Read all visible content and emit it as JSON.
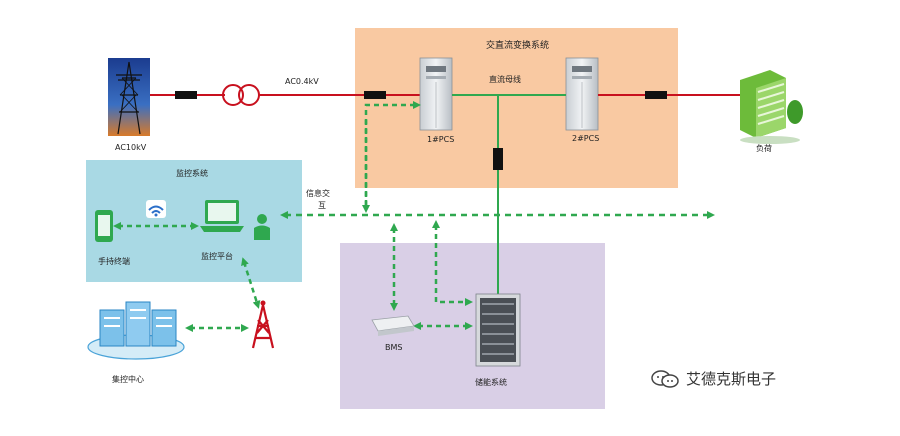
{
  "diagram": {
    "pcs_group_label": "交直流变换系统",
    "dc_bus_label": "直流母线",
    "ac_high_label": "AC10kV",
    "ac_low_label": "AC0.4kV",
    "pcs1_label": "1#PCS",
    "pcs2_label": "2#PCS",
    "load_label": "负荷",
    "monitor_group_label": "监控系统",
    "handheld_label": "手持终端",
    "platform_label": "监控平台",
    "info_exchange_label_1": "信息交",
    "info_exchange_label_2": "互",
    "control_center_label": "集控中心",
    "bms_label": "BMS",
    "storage_label": "储能系统"
  },
  "watermark": {
    "text": "艾德克斯电子"
  },
  "colors": {
    "pcs_bg": "#f9c9a2",
    "monitor_bg": "#a9d9e4",
    "storage_bg": "#d9cfe6",
    "ac_line": "#c8101e",
    "dc_line": "#2fa84f",
    "comm_line": "#2fa84f"
  }
}
